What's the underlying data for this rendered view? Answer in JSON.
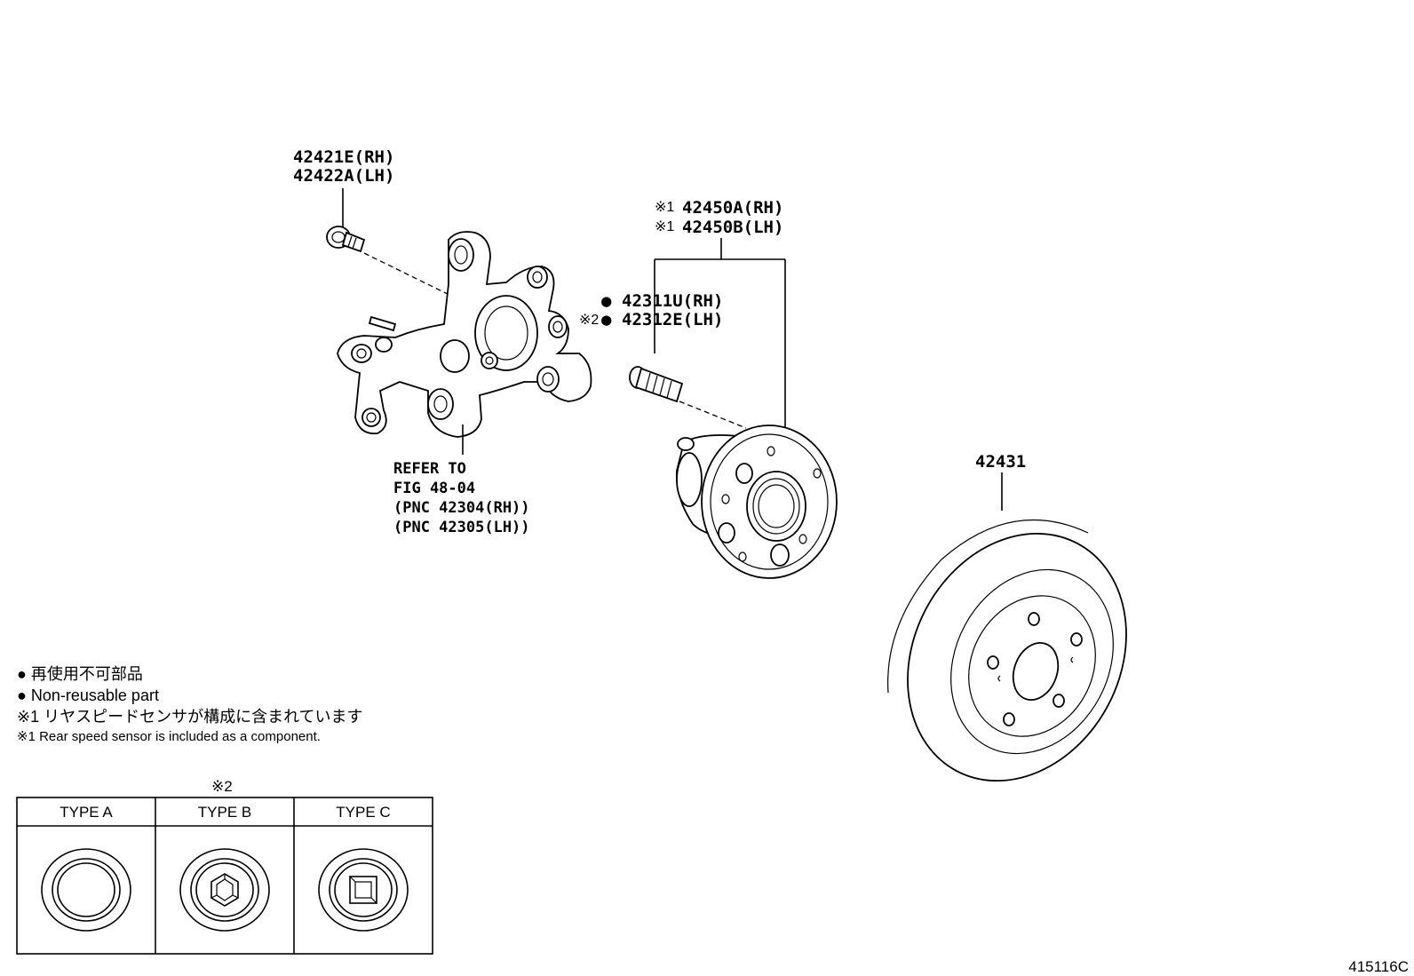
{
  "callouts": {
    "bolt": [
      "42421E(RH)",
      "42422A(LH)"
    ],
    "hub_prefix": "※1",
    "hub": [
      "42450A(RH)",
      "42450B(LH)"
    ],
    "bullet": "●",
    "stud_prefix": "※2",
    "stud": [
      "42311U(RH)",
      "42312E(LH)"
    ],
    "knuckle": [
      "REFER TO",
      "FIG 48-04",
      "(PNC 42304(RH))",
      "(PNC 42305(LH))"
    ],
    "disc": "42431"
  },
  "legend": {
    "line1": "● 再使用不可部品",
    "line2": "● Non-reusable part",
    "line3": "※1 リヤスピードセンサが構成に含まれています",
    "line4": "※1 Rear speed sensor is included as a component."
  },
  "types_table": {
    "note": "※2",
    "headers": [
      "TYPE A",
      "TYPE B",
      "TYPE C"
    ]
  },
  "figure_id": "415116C"
}
